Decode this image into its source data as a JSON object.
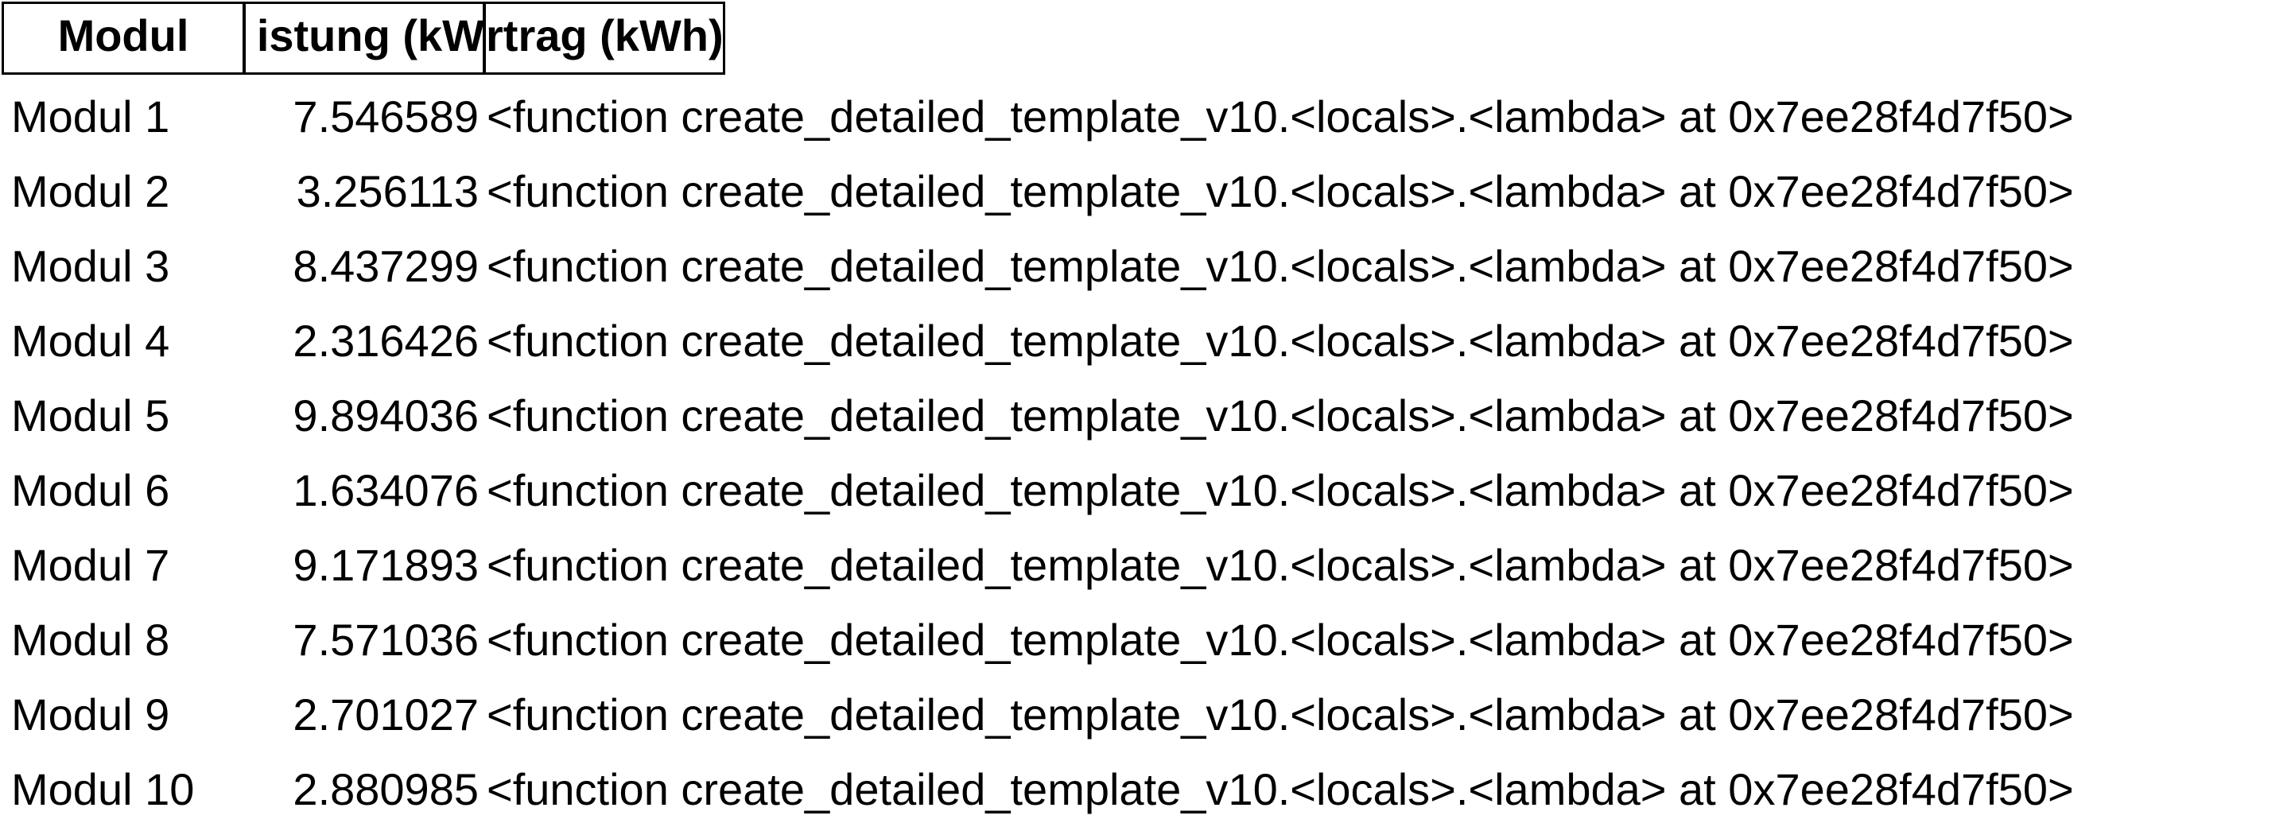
{
  "table": {
    "headers": [
      "Modul",
      "istung (kW",
      "rtrag (kWh)"
    ],
    "rows": [
      {
        "modul": "Modul 1",
        "leistung": "7.546589",
        "ertrag": "<function create_detailed_template_v10.<locals>.<lambda> at 0x7ee28f4d7f50>"
      },
      {
        "modul": "Modul 2",
        "leistung": "3.256113",
        "ertrag": "<function create_detailed_template_v10.<locals>.<lambda> at 0x7ee28f4d7f50>"
      },
      {
        "modul": "Modul 3",
        "leistung": "8.437299",
        "ertrag": "<function create_detailed_template_v10.<locals>.<lambda> at 0x7ee28f4d7f50>"
      },
      {
        "modul": "Modul 4",
        "leistung": "2.316426",
        "ertrag": "<function create_detailed_template_v10.<locals>.<lambda> at 0x7ee28f4d7f50>"
      },
      {
        "modul": "Modul 5",
        "leistung": "9.894036",
        "ertrag": "<function create_detailed_template_v10.<locals>.<lambda> at 0x7ee28f4d7f50>"
      },
      {
        "modul": "Modul 6",
        "leistung": "1.634076",
        "ertrag": "<function create_detailed_template_v10.<locals>.<lambda> at 0x7ee28f4d7f50>"
      },
      {
        "modul": "Modul 7",
        "leistung": "9.171893",
        "ertrag": "<function create_detailed_template_v10.<locals>.<lambda> at 0x7ee28f4d7f50>"
      },
      {
        "modul": "Modul 8",
        "leistung": "7.571036",
        "ertrag": "<function create_detailed_template_v10.<locals>.<lambda> at 0x7ee28f4d7f50>"
      },
      {
        "modul": "Modul 9",
        "leistung": "2.701027",
        "ertrag": "<function create_detailed_template_v10.<locals>.<lambda> at 0x7ee28f4d7f50>"
      },
      {
        "modul": "Modul 10",
        "leistung": "2.880985",
        "ertrag": "<function create_detailed_template_v10.<locals>.<lambda> at 0x7ee28f4d7f50>"
      }
    ]
  }
}
